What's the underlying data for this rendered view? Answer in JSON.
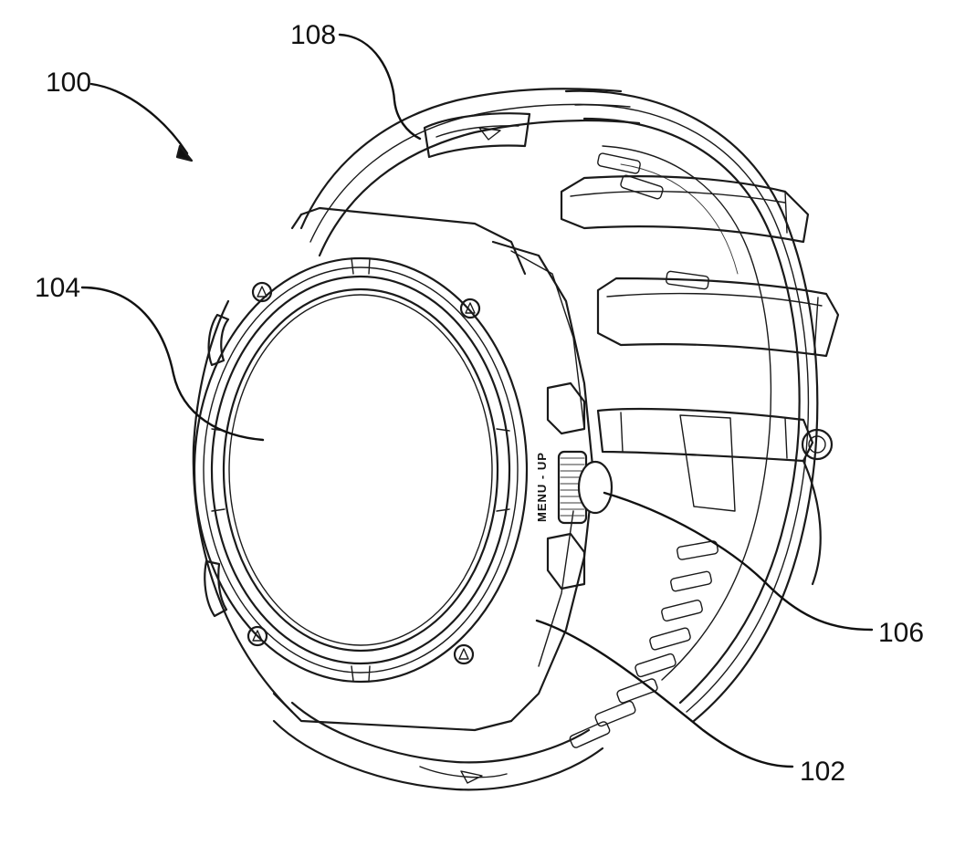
{
  "figure": {
    "labels": {
      "device": "100",
      "housing": "102",
      "display": "104",
      "crown": "106",
      "band": "108"
    },
    "crown_marking": "MENU - UP"
  }
}
